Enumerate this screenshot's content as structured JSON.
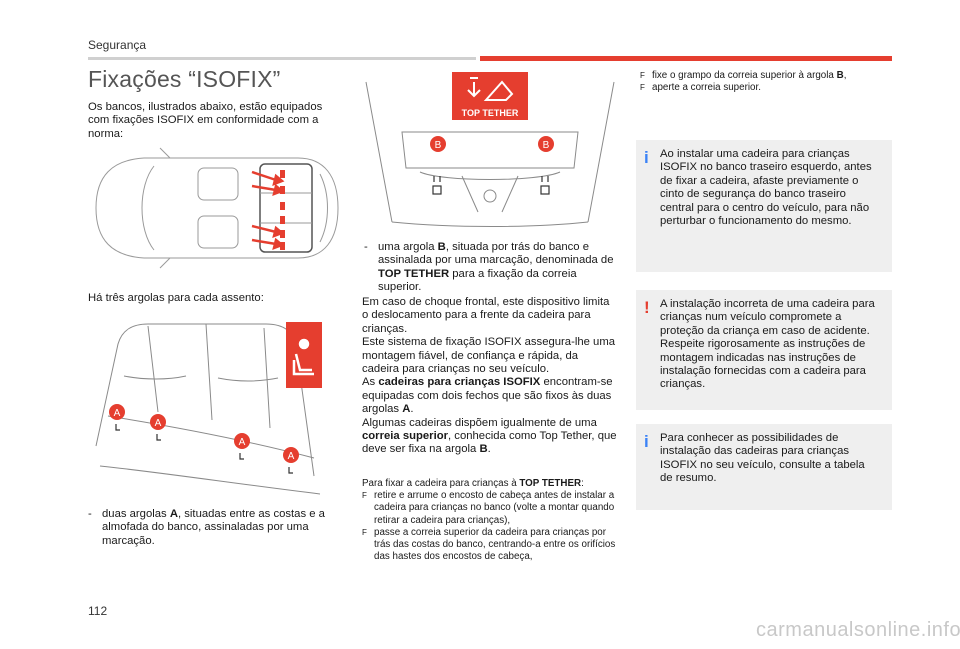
{
  "header": {
    "section": "Segurança"
  },
  "title": "Fixações “ISOFIX”",
  "intro": "Os bancos, ilustrados abaixo, estão equipados com fixações ISOFIX em conformidade com a norma:",
  "three_anchors": "Há três argolas para cada assento:",
  "bullet_a": {
    "dash": "-",
    "pre": "duas argolas ",
    "bold": "A",
    "post": ", situadas entre as costas e a almofada do banco, assinaladas por uma marcação."
  },
  "bullet_b": {
    "dash": "-",
    "pre": "uma argola ",
    "bold1": "B",
    "mid": ", situada por trás do banco e assinalada por uma marcação, denominada de ",
    "bold2": "TOP TETHER",
    "post": " para a fixação da correia superior."
  },
  "middle_text": {
    "p1": "Em caso de choque frontal, este dispositivo limita o deslocamento para a frente da cadeira para crianças.",
    "p2": "Este sistema de fixação ISOFIX assegura-lhe uma montagem fiável, de confiança e rápida, da cadeira para crianças no seu veículo.",
    "p3_pre": "As ",
    "p3_bold": "cadeiras para crianças ISOFIX",
    "p3_post": " encontram-se equipadas com dois fechos que são fixos às duas argolas ",
    "p3_bold2": "A",
    "p3_end": ".",
    "p4_pre": "Algumas cadeiras dispõem igualmente de uma ",
    "p4_bold": "correia superior",
    "p4_post": ", conhecida como Top Tether, que deve ser fixa na argola ",
    "p4_bold2": "B",
    "p4_end": "."
  },
  "steps": {
    "intro_pre": "Para fixar a cadeira para crianças à ",
    "intro_bold": "TOP TETHER",
    "intro_end": ":",
    "bullet_symbol": "F",
    "step1": "retire e arrume o encosto de cabeça antes de instalar a cadeira para crianças no banco (volte a montar quando retirar a cadeira para crianças),",
    "step2": "passe a correia superior da cadeira para crianças por trás das costas do banco, centrando-a entre os orifícios das hastes dos encostos de cabeça,",
    "step3_pre": "fixe o grampo da correia superior à argola ",
    "step3_bold": "B",
    "step3_end": ",",
    "step4": "aperte a correia superior."
  },
  "notes": {
    "info_symbol": "i",
    "warn_symbol": "!",
    "note1": "Ao instalar uma cadeira para crianças ISOFIX no banco traseiro esquerdo, antes de fixar a cadeira, afaste previamente o cinto de segurança do banco traseiro central para o centro do veículo, para não perturbar o funcionamento do mesmo.",
    "note2": "A instalação incorreta de uma cadeira para crianças num veículo compromete a proteção da criança em caso de acidente. Respeite rigorosamente as instruções de montagem indicadas nas instruções de instalação fornecidas com a cadeira para crianças.",
    "note3": "Para conhecer as possibilidades de instalação das cadeiras para crianças ISOFIX no seu veículo, consulte a tabela de resumo."
  },
  "figures": {
    "top_tether_label": "TOP TETHER",
    "label_a": "A",
    "label_b": "B"
  },
  "colors": {
    "accent": "#e53e2f",
    "info": "#3b82f6",
    "note_bg": "#efefef"
  },
  "page_number": "112",
  "watermark": "carmanualsonline.info"
}
